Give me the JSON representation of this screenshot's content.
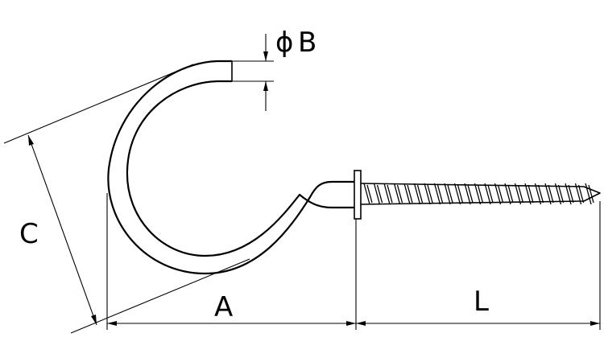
{
  "dimension_labels": {
    "diameter_symbol": "ϕ",
    "wire_diameter": "B",
    "hook_width": "A",
    "hook_opening": "C",
    "screw_length": "L"
  }
}
